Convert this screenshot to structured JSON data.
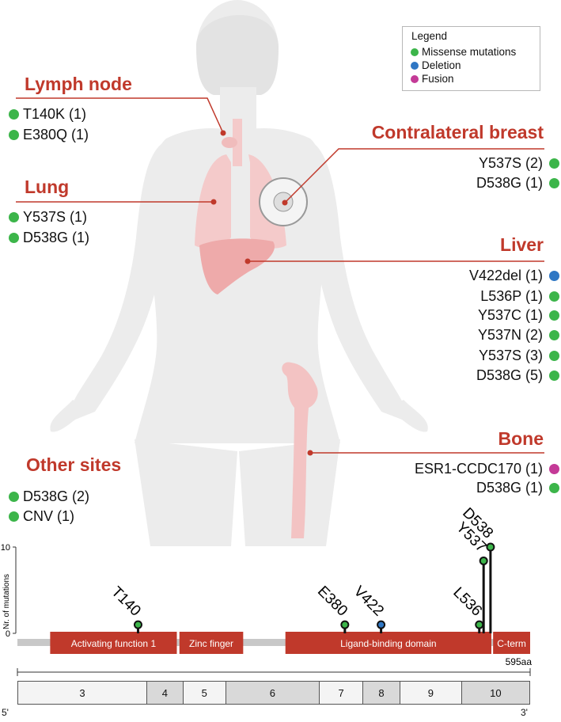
{
  "legend": {
    "title": "Legend",
    "items": [
      {
        "label": "Missense mutations",
        "color": "#3cb54a"
      },
      {
        "label": "Deletion",
        "color": "#2f77c4"
      },
      {
        "label": "Fusion",
        "color": "#c43a97"
      }
    ]
  },
  "sites": {
    "lymph_node": {
      "title": "Lymph node",
      "mutations": [
        {
          "label": "T140K (1)",
          "type": "missense"
        },
        {
          "label": "E380Q (1)",
          "type": "missense"
        }
      ]
    },
    "lung": {
      "title": "Lung",
      "mutations": [
        {
          "label": "Y537S (1)",
          "type": "missense"
        },
        {
          "label": "D538G (1)",
          "type": "missense"
        }
      ]
    },
    "other": {
      "title": "Other sites",
      "mutations": [
        {
          "label": "D538G (2)",
          "type": "missense"
        },
        {
          "label": "CNV (1)",
          "type": "missense"
        }
      ]
    },
    "contralateral_breast": {
      "title": "Contralateral breast",
      "mutations": [
        {
          "label": "Y537S (2)",
          "type": "missense"
        },
        {
          "label": "D538G (1)",
          "type": "missense"
        }
      ]
    },
    "liver": {
      "title": "Liver",
      "mutations": [
        {
          "label": "V422del (1)",
          "type": "deletion"
        },
        {
          "label": "L536P (1)",
          "type": "missense"
        },
        {
          "label": "Y537C (1)",
          "type": "missense"
        },
        {
          "label": "Y537N (2)",
          "type": "missense"
        },
        {
          "label": "Y537S (3)",
          "type": "missense"
        },
        {
          "label": "D538G (5)",
          "type": "missense"
        }
      ]
    },
    "bone": {
      "title": "Bone",
      "mutations": [
        {
          "label": "ESR1-CCDC170 (1)",
          "type": "fusion"
        },
        {
          "label": "D538G (1)",
          "type": "missense"
        }
      ]
    }
  },
  "lollipop": {
    "ylabel": "Nr. of mutations",
    "yticks": [
      "0",
      "10"
    ],
    "ymax": 10,
    "protein_length": 595,
    "length_label": "595aa",
    "domains": [
      {
        "name": "Activating function 1",
        "start": 38,
        "end": 185
      },
      {
        "name": "Zinc finger",
        "start": 188,
        "end": 262
      },
      {
        "name": "Ligand-binding domain",
        "start": 311,
        "end": 550
      },
      {
        "name": "C-term",
        "start": 552,
        "end": 595
      }
    ],
    "mutations": [
      {
        "label": "T140",
        "position": 140,
        "count": 1,
        "type": "missense"
      },
      {
        "label": "E380",
        "position": 380,
        "count": 1,
        "type": "missense"
      },
      {
        "label": "V422",
        "position": 422,
        "count": 1,
        "type": "deletion"
      },
      {
        "label": "L536",
        "position": 536,
        "count": 1,
        "type": "missense"
      },
      {
        "label": "Y537",
        "position": 541,
        "count": 8.4,
        "type": "missense"
      },
      {
        "label": "D538",
        "position": 549,
        "count": 10,
        "type": "missense"
      }
    ]
  },
  "exons": {
    "five_prime": "5'",
    "three_prime": "3'",
    "items": [
      {
        "label": "3",
        "shade": "light"
      },
      {
        "label": "4",
        "shade": "dark"
      },
      {
        "label": "5",
        "shade": "light"
      },
      {
        "label": "6",
        "shade": "dark"
      },
      {
        "label": "7",
        "shade": "light"
      },
      {
        "label": "8",
        "shade": "dark"
      },
      {
        "label": "9",
        "shade": "light"
      },
      {
        "label": "10",
        "shade": "dark"
      }
    ]
  }
}
